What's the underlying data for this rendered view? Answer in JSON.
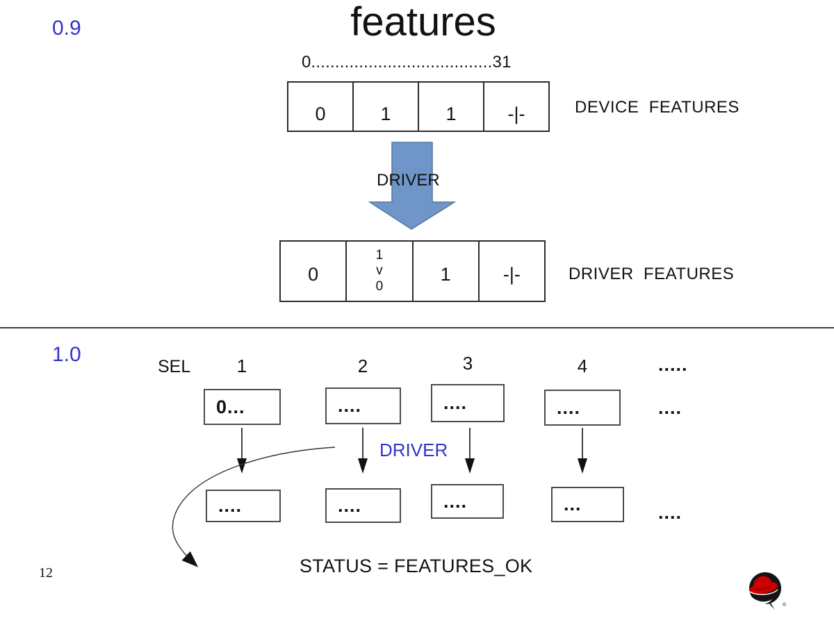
{
  "slide": {
    "title": "features",
    "page_number": "12"
  },
  "colors": {
    "accent_blue": "#3333cc",
    "big_arrow_fill": "#7095c8",
    "big_arrow_stroke": "#54769f",
    "logo_red": "#cc0000"
  },
  "section_09": {
    "version_label": "0.9",
    "bit_ruler": "0......................................31",
    "device_table": {
      "cells": [
        "0",
        "1",
        "1",
        "-|-"
      ],
      "label": "DEVICE  FEATURES"
    },
    "driver_arrow_label": "DRIVER",
    "driver_table": {
      "cell_0": "0",
      "cell_1_stacked": [
        "1",
        "v",
        "0"
      ],
      "cell_2": "1",
      "cell_3": "-|-",
      "label": "DRIVER  FEATURES"
    }
  },
  "section_10": {
    "version_label": "1.0",
    "sel_label": "SEL",
    "column_labels": [
      "1",
      "2",
      "3",
      "4"
    ],
    "columns_ellipsis": ".....",
    "select_boxes": [
      "0...",
      "....",
      "....",
      "...."
    ],
    "select_boxes_ellipsis": "....",
    "driver_label": "DRIVER",
    "result_boxes": [
      "....",
      "....",
      "....",
      "..."
    ],
    "result_boxes_ellipsis": "....",
    "status_text": "STATUS = FEATURES_OK"
  }
}
